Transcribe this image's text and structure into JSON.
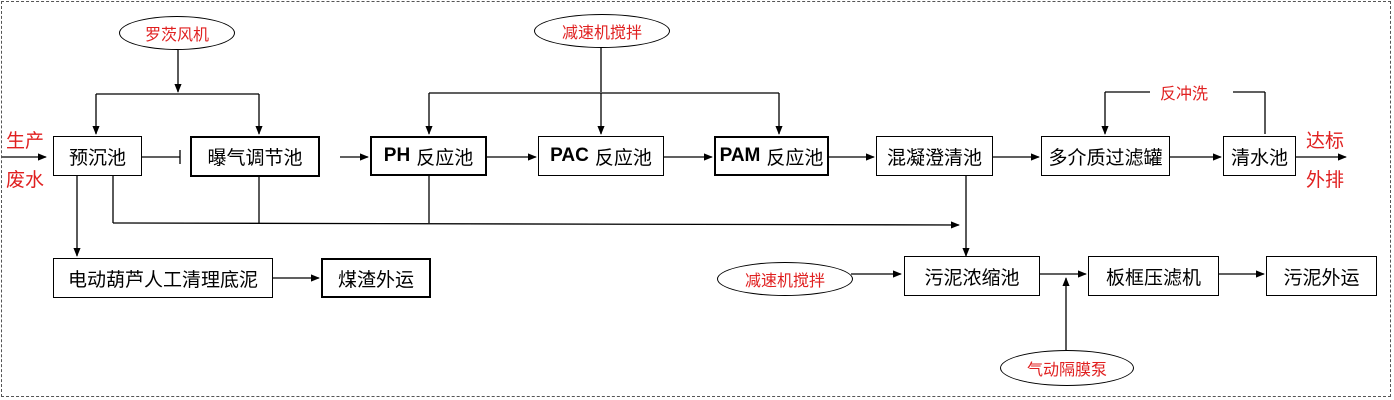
{
  "inlet": {
    "line1": "生产",
    "line2": "废水"
  },
  "outlet": {
    "line1": "达标",
    "line2": "外排"
  },
  "ovals": {
    "fan": "罗茨风机",
    "mixer_top": "减速机搅拌",
    "mixer_bottom": "减速机搅拌",
    "pump": "气动隔膜泵"
  },
  "backwash": "反冲洗",
  "boxes": {
    "presettle": "预沉池",
    "aeration": "曝气调节池",
    "ph_prefix": "PH",
    "ph_suffix": " 反应池",
    "pac_prefix": "PAC",
    "pac_suffix": " 反应池",
    "pam_prefix": "PAM",
    "pam_suffix": " 反应池",
    "clarifier": "混凝澄清池",
    "filter": "多介质过滤罐",
    "clearwater": "清水池",
    "hoist": "电动葫芦人工清理底泥",
    "slag": "煤渣外运",
    "thickener": "污泥浓缩池",
    "filterpress": "板框压滤机",
    "sludge_out": "污泥外运"
  }
}
